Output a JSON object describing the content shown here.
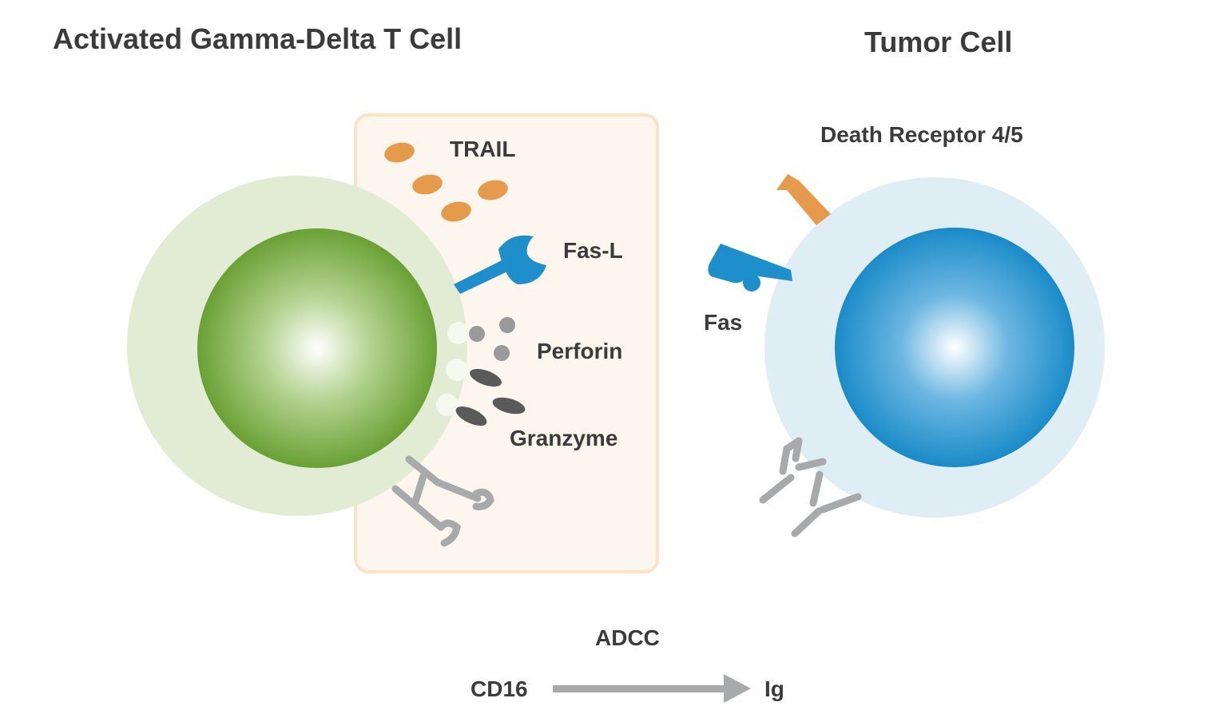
{
  "titles": {
    "t_cell": "Activated Gamma-Delta T Cell",
    "tumor_cell": "Tumor Cell"
  },
  "labels": {
    "trail": "TRAIL",
    "fas_l": "Fas-L",
    "perforin": "Perforin",
    "granzyme": "Granzyme",
    "death_receptor": "Death Receptor 4/5",
    "fas": "Fas",
    "adcc": "ADCC",
    "cd16": "CD16",
    "ig": "Ig"
  },
  "colors": {
    "t_cell_outer": "#e2ecd5",
    "t_cell_nucleus": "#6fa33a",
    "tumor_outer": "#dfeef5",
    "tumor_nucleus": "#1f90cc",
    "trail": "#e59a4c",
    "fas_l": "#1f8fcb",
    "perforin": "#9a9a9a",
    "granzyme": "#5a5a5a",
    "antibody": "#a8a9ab",
    "synapse_box": "#fcf6ef",
    "synapse_border": "#fbe3c7",
    "arrow": "#a8a9ab"
  },
  "icons": [
    "trail-icon",
    "fas-ligand-icon",
    "perforin-icon",
    "granzyme-icon",
    "cd16-receptor-icon",
    "fas-receptor-icon",
    "death-receptor-icon",
    "antibody-icon",
    "arrow-right-icon"
  ]
}
